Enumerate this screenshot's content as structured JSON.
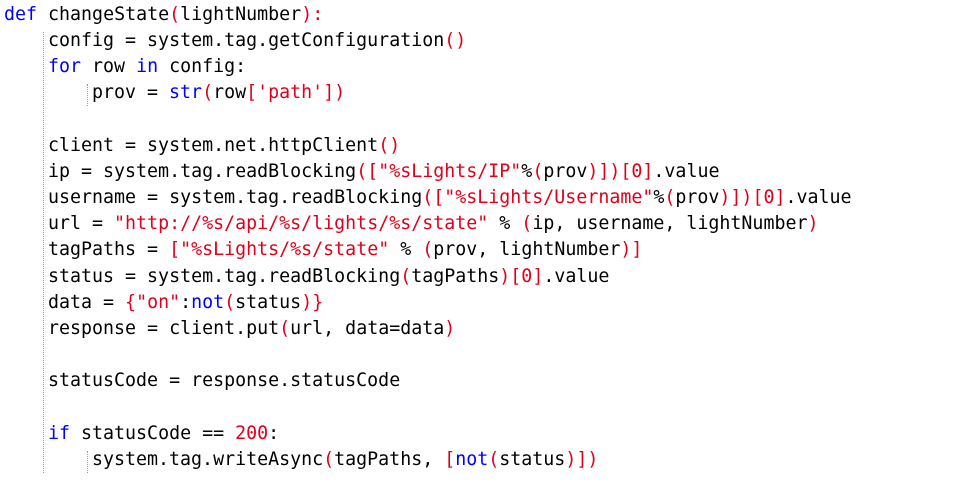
{
  "colors": {
    "background": "#ffffff",
    "keyword": "#0000ff",
    "string": "#e0001b",
    "punctuation": "#e0001b",
    "text": "#000000",
    "indent_guide": "#9a9a9a"
  },
  "code": {
    "lines": [
      {
        "indent": 0,
        "tokens": [
          {
            "t": "kw",
            "v": "def"
          },
          {
            "t": "txt",
            "v": " changeState"
          },
          {
            "t": "pn",
            "v": "("
          },
          {
            "t": "txt",
            "v": "lightNumber"
          },
          {
            "t": "pn",
            "v": "):"
          }
        ]
      },
      {
        "indent": 1,
        "tokens": [
          {
            "t": "txt",
            "v": "config = system.tag.getConfiguration"
          },
          {
            "t": "pn",
            "v": "()"
          }
        ]
      },
      {
        "indent": 1,
        "tokens": [
          {
            "t": "kw",
            "v": "for"
          },
          {
            "t": "txt",
            "v": " row "
          },
          {
            "t": "kw",
            "v": "in"
          },
          {
            "t": "txt",
            "v": " config:"
          }
        ]
      },
      {
        "indent": 2,
        "tokens": [
          {
            "t": "txt",
            "v": "prov = "
          },
          {
            "t": "kw",
            "v": "str"
          },
          {
            "t": "pn",
            "v": "("
          },
          {
            "t": "txt",
            "v": "row"
          },
          {
            "t": "pn",
            "v": "["
          },
          {
            "t": "str",
            "v": "'path'"
          },
          {
            "t": "pn",
            "v": "])"
          }
        ]
      },
      {
        "indent": 1,
        "tokens": []
      },
      {
        "indent": 1,
        "tokens": [
          {
            "t": "txt",
            "v": "client = system.net.httpClient"
          },
          {
            "t": "pn",
            "v": "()"
          }
        ]
      },
      {
        "indent": 1,
        "tokens": [
          {
            "t": "txt",
            "v": "ip = system.tag.readBlocking"
          },
          {
            "t": "pn",
            "v": "(["
          },
          {
            "t": "str",
            "v": "\"%sLights/IP\""
          },
          {
            "t": "txt",
            "v": "%"
          },
          {
            "t": "pn",
            "v": "("
          },
          {
            "t": "txt",
            "v": "prov"
          },
          {
            "t": "pn",
            "v": ")])["
          },
          {
            "t": "num",
            "v": "0"
          },
          {
            "t": "pn",
            "v": "]"
          },
          {
            "t": "txt",
            "v": ".value"
          }
        ]
      },
      {
        "indent": 1,
        "tokens": [
          {
            "t": "txt",
            "v": "username = system.tag.readBlocking"
          },
          {
            "t": "pn",
            "v": "(["
          },
          {
            "t": "str",
            "v": "\"%sLights/Username\""
          },
          {
            "t": "txt",
            "v": "%"
          },
          {
            "t": "pn",
            "v": "("
          },
          {
            "t": "txt",
            "v": "prov"
          },
          {
            "t": "pn",
            "v": ")])["
          },
          {
            "t": "num",
            "v": "0"
          },
          {
            "t": "pn",
            "v": "]"
          },
          {
            "t": "txt",
            "v": ".value"
          }
        ]
      },
      {
        "indent": 1,
        "tokens": [
          {
            "t": "txt",
            "v": "url = "
          },
          {
            "t": "str",
            "v": "\"http://%s/api/%s/lights/%s/state\""
          },
          {
            "t": "txt",
            "v": " % "
          },
          {
            "t": "pn",
            "v": "("
          },
          {
            "t": "txt",
            "v": "ip, username, lightNumber"
          },
          {
            "t": "pn",
            "v": ")"
          }
        ]
      },
      {
        "indent": 1,
        "tokens": [
          {
            "t": "txt",
            "v": "tagPaths = "
          },
          {
            "t": "pn",
            "v": "["
          },
          {
            "t": "str",
            "v": "\"%sLights/%s/state\""
          },
          {
            "t": "txt",
            "v": " % "
          },
          {
            "t": "pn",
            "v": "("
          },
          {
            "t": "txt",
            "v": "prov, lightNumber"
          },
          {
            "t": "pn",
            "v": ")]"
          }
        ]
      },
      {
        "indent": 1,
        "tokens": [
          {
            "t": "txt",
            "v": "status = system.tag.readBlocking"
          },
          {
            "t": "pn",
            "v": "("
          },
          {
            "t": "txt",
            "v": "tagPaths"
          },
          {
            "t": "pn",
            "v": ")["
          },
          {
            "t": "num",
            "v": "0"
          },
          {
            "t": "pn",
            "v": "]"
          },
          {
            "t": "txt",
            "v": ".value"
          }
        ]
      },
      {
        "indent": 1,
        "tokens": [
          {
            "t": "txt",
            "v": "data = "
          },
          {
            "t": "pn",
            "v": "{"
          },
          {
            "t": "str",
            "v": "\"on\""
          },
          {
            "t": "txt",
            "v": ":"
          },
          {
            "t": "kw",
            "v": "not"
          },
          {
            "t": "pn",
            "v": "("
          },
          {
            "t": "txt",
            "v": "status"
          },
          {
            "t": "pn",
            "v": ")}"
          }
        ]
      },
      {
        "indent": 1,
        "tokens": [
          {
            "t": "txt",
            "v": "response = client.put"
          },
          {
            "t": "pn",
            "v": "("
          },
          {
            "t": "txt",
            "v": "url, data=data"
          },
          {
            "t": "pn",
            "v": ")"
          }
        ]
      },
      {
        "indent": 1,
        "tokens": []
      },
      {
        "indent": 1,
        "tokens": [
          {
            "t": "txt",
            "v": "statusCode = response.statusCode"
          }
        ]
      },
      {
        "indent": 1,
        "tokens": []
      },
      {
        "indent": 1,
        "tokens": [
          {
            "t": "kw",
            "v": "if"
          },
          {
            "t": "txt",
            "v": " statusCode == "
          },
          {
            "t": "num",
            "v": "200"
          },
          {
            "t": "txt",
            "v": ":"
          }
        ]
      },
      {
        "indent": 2,
        "tokens": [
          {
            "t": "txt",
            "v": "system.tag.writeAsync"
          },
          {
            "t": "pn",
            "v": "("
          },
          {
            "t": "txt",
            "v": "tagPaths, "
          },
          {
            "t": "pn",
            "v": "["
          },
          {
            "t": "kw",
            "v": "not"
          },
          {
            "t": "pn",
            "v": "("
          },
          {
            "t": "txt",
            "v": "status"
          },
          {
            "t": "pn",
            "v": ")])"
          }
        ]
      }
    ]
  }
}
